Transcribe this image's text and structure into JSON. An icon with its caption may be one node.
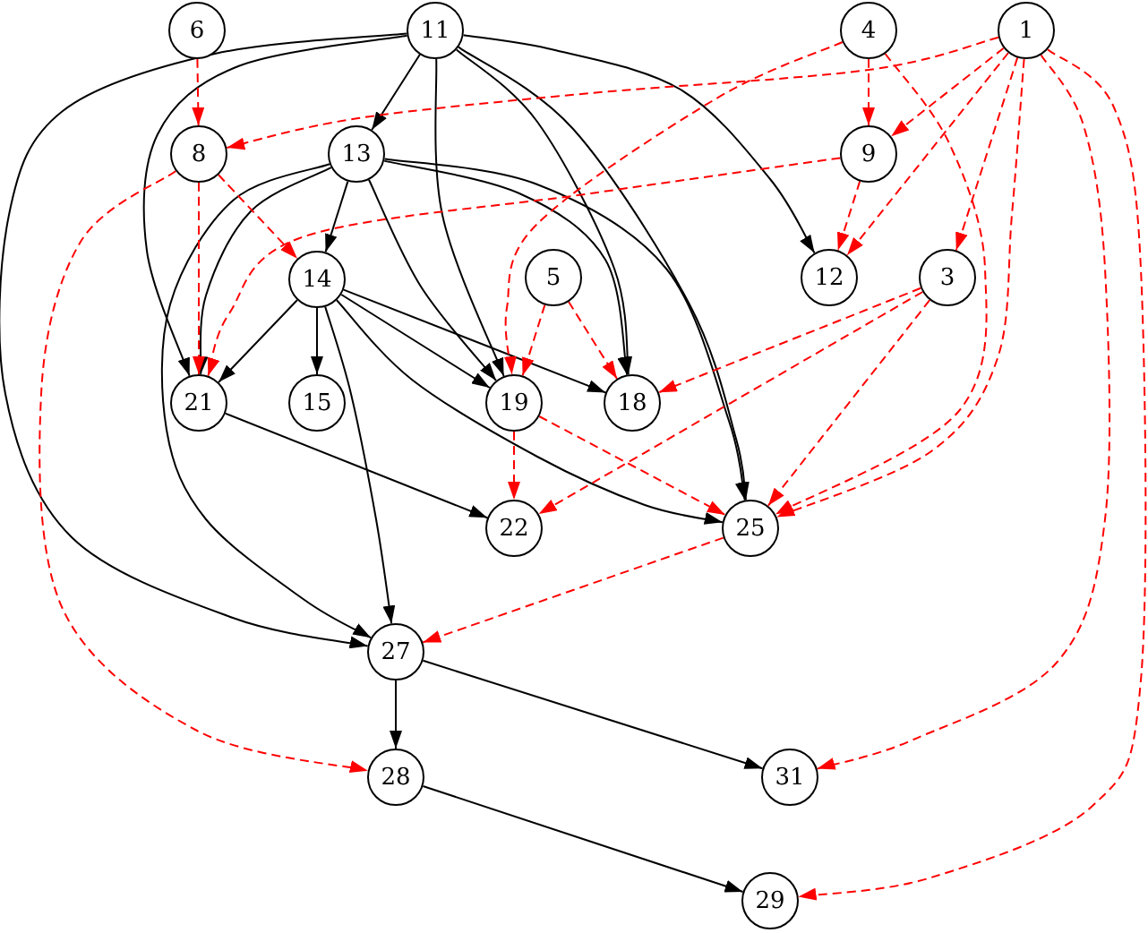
{
  "diagram": {
    "nodes": [
      {
        "text": [
          "6"
        ]
      },
      {
        "text": [
          "11"
        ]
      },
      {
        "text": [
          "4"
        ]
      },
      {
        "text": [
          "1"
        ]
      },
      {
        "text": [
          "8"
        ]
      },
      {
        "text": [
          "13"
        ]
      },
      {
        "text": [
          "9"
        ]
      },
      {
        "text": [
          "14"
        ]
      },
      {
        "text": [
          "5"
        ]
      },
      {
        "text": [
          "12"
        ]
      },
      {
        "text": [
          "3"
        ]
      },
      {
        "text": [
          "21"
        ]
      },
      {
        "text": [
          "15"
        ]
      },
      {
        "text": [
          "19"
        ]
      },
      {
        "text": [
          "18"
        ]
      },
      {
        "text": [
          "22"
        ]
      },
      {
        "text": [
          "25"
        ]
      },
      {
        "text": [
          "27"
        ]
      },
      {
        "text": [
          "28"
        ]
      },
      {
        "text": [
          "31"
        ]
      },
      {
        "text": [
          "29"
        ]
      }
    ],
    "edges": [
      {
        "from": 1,
        "to": 5,
        "arrow": "to",
        "color": "#000000"
      },
      {
        "from": 1,
        "to": 11,
        "arrow": "to",
        "color": "#000000"
      },
      {
        "from": 1,
        "to": 17,
        "arrow": "to",
        "color": "#000000"
      },
      {
        "from": 1,
        "to": 13,
        "arrow": "to",
        "color": "#000000"
      },
      {
        "from": 1,
        "to": 14,
        "arrow": "to",
        "color": "#000000"
      },
      {
        "from": 1,
        "to": 9,
        "arrow": "to",
        "color": "#000000"
      },
      {
        "from": 1,
        "to": 16,
        "arrow": "to",
        "color": "#000000"
      },
      {
        "from": 5,
        "to": 7,
        "arrow": "to",
        "color": "#000000"
      },
      {
        "from": 5,
        "to": 11,
        "arrow": "to",
        "color": "#000000"
      },
      {
        "from": 5,
        "to": 17,
        "arrow": "to",
        "color": "#000000"
      },
      {
        "from": 5,
        "to": 13,
        "arrow": "to",
        "color": "#000000"
      },
      {
        "from": 5,
        "to": 14,
        "arrow": "to",
        "color": "#000000"
      },
      {
        "from": 5,
        "to": 16,
        "arrow": "to",
        "color": "#000000"
      },
      {
        "from": 7,
        "to": 11,
        "arrow": "to",
        "color": "#000000"
      },
      {
        "from": 7,
        "to": 12,
        "arrow": "to",
        "color": "#000000"
      },
      {
        "from": 7,
        "to": 13,
        "arrow": "to",
        "color": "#000000"
      },
      {
        "from": 7,
        "to": 14,
        "arrow": "to",
        "color": "#000000"
      },
      {
        "from": 7,
        "to": 16,
        "arrow": "to",
        "color": "#000000"
      },
      {
        "from": 7,
        "to": 17,
        "arrow": "to",
        "color": "#000000"
      },
      {
        "from": 11,
        "to": 15,
        "arrow": "to",
        "color": "#000000"
      },
      {
        "from": 17,
        "to": 18,
        "arrow": "to",
        "color": "#000000"
      },
      {
        "from": 17,
        "to": 19,
        "arrow": "to",
        "color": "#000000"
      },
      {
        "from": 18,
        "to": 20,
        "arrow": "to",
        "color": "#000000"
      },
      {
        "from": 0,
        "to": 4,
        "arrow": "to",
        "style": "dashed",
        "color": "#ff0000"
      },
      {
        "from": 3,
        "to": 4,
        "arrow": "to",
        "style": "dashed",
        "color": "#ff0000"
      },
      {
        "from": 4,
        "to": 11,
        "arrow": "to",
        "style": "dashed",
        "color": "#ff0000"
      },
      {
        "from": 4,
        "to": 7,
        "arrow": "to",
        "style": "dashed",
        "color": "#ff0000"
      },
      {
        "from": 4,
        "to": 18,
        "arrow": "to",
        "style": "dashed",
        "color": "#ff0000"
      },
      {
        "from": 2,
        "to": 6,
        "arrow": "to",
        "style": "dashed",
        "color": "#ff0000"
      },
      {
        "from": 2,
        "to": 13,
        "arrow": "to",
        "style": "dashed",
        "color": "#ff0000"
      },
      {
        "from": 2,
        "to": 16,
        "arrow": "to",
        "style": "dashed",
        "color": "#ff0000"
      },
      {
        "from": 3,
        "to": 6,
        "arrow": "to",
        "style": "dashed",
        "color": "#ff0000"
      },
      {
        "from": 3,
        "to": 9,
        "arrow": "to",
        "style": "dashed",
        "color": "#ff0000"
      },
      {
        "from": 3,
        "to": 10,
        "arrow": "to",
        "style": "dashed",
        "color": "#ff0000"
      },
      {
        "from": 3,
        "to": 16,
        "arrow": "to",
        "style": "dashed",
        "color": "#ff0000"
      },
      {
        "from": 3,
        "to": 19,
        "arrow": "to",
        "style": "dashed",
        "color": "#ff0000"
      },
      {
        "from": 3,
        "to": 20,
        "arrow": "to",
        "style": "dashed",
        "color": "#ff0000"
      },
      {
        "from": 6,
        "to": 9,
        "arrow": "to",
        "style": "dashed",
        "color": "#ff0000"
      },
      {
        "from": 6,
        "to": 11,
        "arrow": "to",
        "style": "dashed",
        "color": "#ff0000"
      },
      {
        "from": 8,
        "to": 13,
        "arrow": "to",
        "style": "dashed",
        "color": "#ff0000"
      },
      {
        "from": 8,
        "to": 14,
        "arrow": "to",
        "style": "dashed",
        "color": "#ff0000"
      },
      {
        "from": 10,
        "to": 14,
        "arrow": "to",
        "style": "dashed",
        "color": "#ff0000"
      },
      {
        "from": 10,
        "to": 15,
        "arrow": "to",
        "style": "dashed",
        "color": "#ff0000"
      },
      {
        "from": 10,
        "to": 16,
        "arrow": "to",
        "style": "dashed",
        "color": "#ff0000"
      },
      {
        "from": 13,
        "to": 15,
        "arrow": "to",
        "style": "dashed",
        "color": "#ff0000"
      },
      {
        "from": 13,
        "to": 16,
        "arrow": "to",
        "style": "dashed",
        "color": "#ff0000"
      },
      {
        "from": 16,
        "to": 17,
        "arrow": "to",
        "style": "dashed",
        "color": "#ff0000"
      }
    ]
  }
}
